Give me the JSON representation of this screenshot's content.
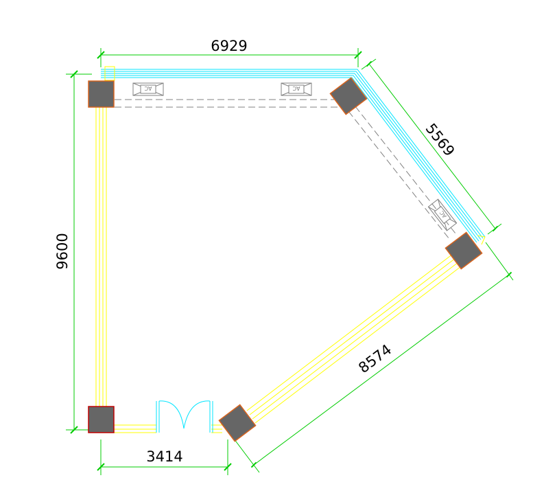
{
  "plan": {
    "dimensions": {
      "top": "6929",
      "right_upper": "5569",
      "right_lower": "8574",
      "left": "9600",
      "bottom": "3414"
    },
    "ac_unit_label": "AC"
  },
  "colors": {
    "background": "#ffffff",
    "dimension_line": "#00cc00",
    "wall": "#ffff00",
    "glass": "#00e5ff",
    "column_fill": "#666666",
    "column_border_orange": "#d9641e",
    "column_border_red": "#c00000",
    "dashed_beam": "#808080",
    "text": "#000000"
  }
}
